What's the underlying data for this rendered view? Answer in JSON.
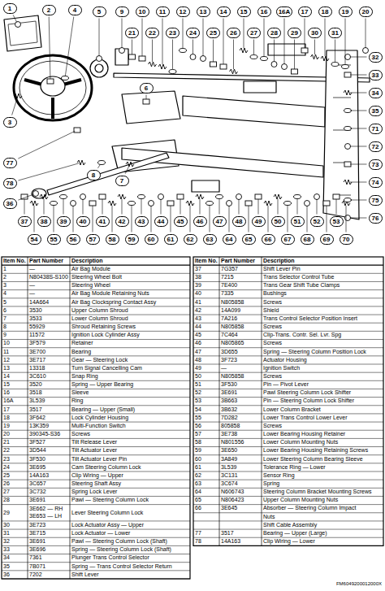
{
  "diagram": {
    "labels": [
      "1",
      "2",
      "3",
      "4",
      "5",
      "6",
      "7",
      "8",
      "9",
      "10",
      "11",
      "12",
      "13",
      "14",
      "15",
      "16",
      "16A",
      "17",
      "18",
      "19",
      "20",
      "21",
      "22",
      "23",
      "24",
      "25",
      "26",
      "27",
      "28",
      "29",
      "30",
      "31",
      "32",
      "33",
      "34",
      "35",
      "36",
      "37",
      "38",
      "39",
      "40",
      "41",
      "42",
      "43",
      "44",
      "45",
      "46",
      "47",
      "48",
      "49",
      "50",
      "51",
      "52",
      "53",
      "54",
      "55",
      "56",
      "57",
      "58",
      "59",
      "60",
      "61",
      "62",
      "63",
      "64",
      "65",
      "66",
      "67",
      "68",
      "69",
      "70",
      "71",
      "72",
      "73",
      "74",
      "75",
      "76",
      "77",
      "78",
      "Item No.",
      "Part Number",
      "Description",
      "1",
      "—",
      "Air Bag Module",
      "2",
      "N80438S-S100",
      "Steering Wheel Bolt",
      "3",
      "—",
      "Steering Wheel",
      "4",
      "—",
      "Air Bag Module Retaining Nuts",
      "5",
      "14A664",
      "Air Bag Clockspring Contact Assy",
      "6",
      "3530",
      "Upper Column Shroud",
      "7",
      "3533",
      "Lower Column Shroud",
      "8",
      "55929",
      "Shroud Retaining Screws",
      "9",
      "11572",
      "Ignition Lock Cylinder Assy",
      "10",
      "3F579",
      "Retainer",
      "11",
      "3E700",
      "Bearing",
      "12",
      "3E717",
      "Gear — Steering Lock",
      "13",
      "13318",
      "Turn Signal Cancelling Cam",
      "14",
      "3C610",
      "Snap Ring",
      "15",
      "3520",
      "Spring — Upper Bearing",
      "16",
      "3518",
      "Sleeve",
      "16A",
      "3L539",
      "Ring",
      "17",
      "3517",
      "Bearing — Upper (Small)",
      "18",
      "3F642",
      "Lock Cylinder Housing",
      "19",
      "13K359",
      "Multi-Function Switch",
      "20",
      "390345-S36",
      "Screws",
      "21",
      "3F527",
      "Tilt Release Lever",
      "22",
      "3D544",
      "Tilt Actuator Lever",
      "23",
      "3F530",
      "Tilt Actuator Lever Pin",
      "24",
      "3E695",
      "Cam Steering Column Lock",
      "25",
      "14A163",
      "Clip Wiring — Upper",
      "26",
      "3C657",
      "Steering Shaft Assy",
      "27",
      "3C732",
      "Spring Lock Lever",
      "28",
      "3E691",
      "Pawl — Steering Column Lock",
      "29",
      "3E662 — RH 3E653 — LH",
      "Lever Steering Column Lock",
      "30",
      "3E723",
      "Lock Actuator Assy — Upper",
      "31",
      "3E715",
      "Lock Actuator — Lower",
      "32",
      "3E691",
      "Pawl — Steering Column Lock (Shaft)",
      "33",
      "3E696",
      "Spring — Steering Column Lock (Shaft)",
      "34",
      "7361",
      "Plunger Trans Control Selector",
      "35",
      "7B071",
      "Spring — Trans Control Selector Return",
      "36",
      "7202",
      "Shift Lever",
      "Item No.",
      "Part Number",
      "Description",
      "37",
      "7G357",
      "Shift Lever Pin",
      "38",
      "7215",
      "Trans Selector Control Tube",
      "39",
      "7E400",
      "Trans Gear Shift Tube Clamps",
      "40",
      "7335",
      "Bushings",
      "41",
      "N805858",
      "Screws",
      "42",
      "14A099",
      "Shield",
      "43",
      "7A216",
      "Trans Control Selector Position Insert",
      "44",
      "N805858",
      "Screws",
      "45",
      "7C464",
      "Clip-Trans. Contr. Sel. Lvr. Spg",
      "46",
      "N805865",
      "Screws",
      "47",
      "3D655",
      "Spring — Steering Column Position Lock",
      "48",
      "3F723",
      "Actuator Housing",
      "49",
      "—",
      "Ignition Switch",
      "50",
      "N805858",
      "Screws",
      "51",
      "3F530",
      "Pin — Pivot Lever",
      "52",
      "3E691",
      "Pawl Steering Column Lock Shifter",
      "53",
      "3B663",
      "Pin — Steering Column Lock Shifter",
      "54",
      "3B632",
      "Lower Column Bracket",
      "55",
      "7D282",
      "Lower Trans Control Lower Lever",
      "56",
      "805858",
      "Screws",
      "57",
      "3E738",
      "Lower Bearing Housing Retainer",
      "58",
      "N801556",
      "Lower Column Mounting Nuts",
      "59",
      "3E650",
      "Lower Bearing Housing Retaining Screws",
      "60",
      "3A849",
      "Lower Steering Column Bearing Sleeve",
      "61",
      "3L539",
      "Tolerance Ring — Lower",
      "62",
      "3C131",
      "Sensor Ring",
      "63",
      "3C674",
      "Spring",
      "64",
      "N606743",
      "Steering Column Bracket Mounting Screws",
      "65",
      "N806423",
      "Upper Column Mounting Nuts",
      "66",
      "3E645",
      "Absorber — Steering Column Impact",
      "Nuts",
      "Shift Cable Assembly",
      "77",
      "3517",
      "Bearing — Upper (Large)",
      "78",
      "14A163",
      "Clip Wiring — Lower",
      "FM6049200012000X"
    ]
  }
}
